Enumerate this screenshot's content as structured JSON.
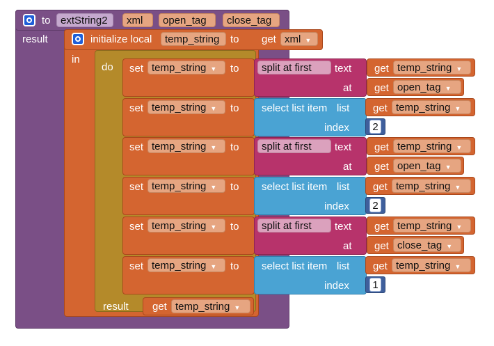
{
  "procedure": {
    "to_label": "to",
    "name": "extString2",
    "params": [
      "xml",
      "open_tag",
      "close_tag"
    ],
    "result_label": "result"
  },
  "local": {
    "initialize_label": "initialize local",
    "var_name": "temp_string",
    "to_label": "to",
    "get_label": "get",
    "get_var": "xml",
    "in_label": "in",
    "do_label": "do"
  },
  "labels": {
    "set": "set",
    "to": "to",
    "get": "get",
    "split_at_first": "split at first",
    "text": "text",
    "at": "at",
    "select_list_item": "select list item",
    "list": "list",
    "index": "index",
    "result": "result"
  },
  "statements": [
    {
      "type": "split",
      "var": "temp_string",
      "text_var": "temp_string",
      "at_var": "open_tag"
    },
    {
      "type": "select",
      "var": "temp_string",
      "list_var": "temp_string",
      "index": "2"
    },
    {
      "type": "split",
      "var": "temp_string",
      "text_var": "temp_string",
      "at_var": "open_tag"
    },
    {
      "type": "select",
      "var": "temp_string",
      "list_var": "temp_string",
      "index": "2"
    },
    {
      "type": "split",
      "var": "temp_string",
      "text_var": "temp_string",
      "at_var": "close_tag"
    },
    {
      "type": "select",
      "var": "temp_string",
      "list_var": "temp_string",
      "index": "1"
    }
  ],
  "final_result": {
    "label": "result",
    "get_label": "get",
    "var": "temp_string"
  },
  "colors": {
    "procedure": "#7a4f86",
    "variables": "#d46530",
    "control": "#b48a2a",
    "text": "#b7336b",
    "lists": "#4aa3d3",
    "math": "#3f5f9c"
  }
}
